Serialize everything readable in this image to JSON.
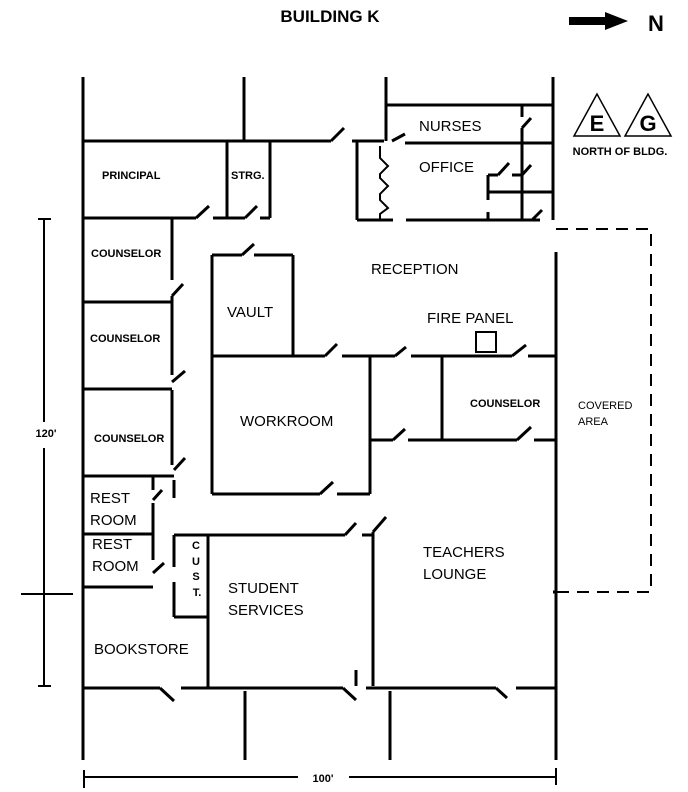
{
  "title": "BUILDING K",
  "north_label": "N",
  "legend": {
    "symbols": [
      "E",
      "G"
    ],
    "caption": "NORTH OF BLDG."
  },
  "dimensions": {
    "height": "120'",
    "width": "100'"
  },
  "rooms": {
    "principal": "PRINCIPAL",
    "storage": "STRG.",
    "nurses": "NURSES",
    "office": "OFFICE",
    "counselor_1": "COUNSELOR",
    "counselor_2": "COUNSELOR",
    "counselor_3": "COUNSELOR",
    "counselor_4": "COUNSELOR",
    "reception": "RECEPTION",
    "vault": "VAULT",
    "fire_panel": "FIRE PANEL",
    "workroom": "WORKROOM",
    "covered_area_1": "COVERED",
    "covered_area_2": "AREA",
    "restroom_1a": "REST",
    "restroom_1b": "ROOM",
    "restroom_2a": "REST",
    "restroom_2b": "ROOM",
    "custodial": [
      "C",
      "U",
      "S",
      "T."
    ],
    "student_services_1": "STUDENT",
    "student_services_2": "SERVICES",
    "teachers_lounge_1": "TEACHERS",
    "teachers_lounge_2": "LOUNGE",
    "bookstore": "BOOKSTORE"
  }
}
